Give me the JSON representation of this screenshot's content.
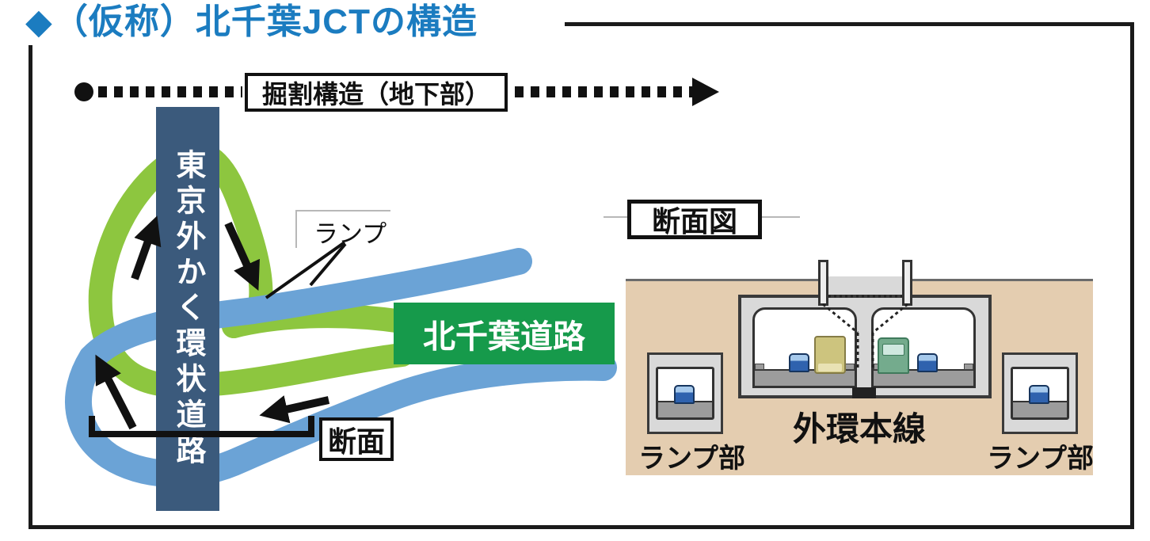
{
  "title": "◆（仮称）北千葉JCTの構造",
  "legend": {
    "flow_label": "掘割構造（地下部）"
  },
  "plan_diagram": {
    "ring_road_label": "東京外かく環状道路",
    "kitachiba_road_label": "北千葉道路",
    "ramp_label": "ランプ",
    "section_marker_label": "断面"
  },
  "cross_section": {
    "heading": "断面図",
    "main_line_label": "外環本線",
    "left_ramp_label": "ランプ部",
    "right_ramp_label": "ランプ部"
  },
  "colors": {
    "title_blue": "#1b7cc0",
    "ring_road_navy": "#3b5a7c",
    "ramp_green": "#8dc63f",
    "ramp_blue": "#6ba3d6",
    "road_green": "#169a4b",
    "ground_tan": "#e4cdb0",
    "concrete_gray": "#d9d9d9",
    "deck_gray": "#9c9c9c"
  }
}
